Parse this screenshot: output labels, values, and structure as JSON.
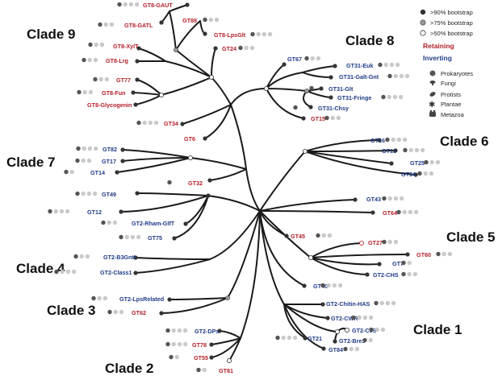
{
  "clades": [
    "Clade 9",
    "Clade 8",
    "Clade 7",
    "Clade 6",
    "Clade 5",
    "Clade 4",
    "Clade 3",
    "Clade 2",
    "Clade 1"
  ],
  "leaves": [
    {
      "id": "gt8gaut",
      "label": "GT8-GAUT",
      "type": "retaining"
    },
    {
      "id": "gt8gatl",
      "label": "GT8-GATL",
      "type": "retaining"
    },
    {
      "id": "gt88",
      "label": "GT88",
      "type": "retaining"
    },
    {
      "id": "gt8lpsglt",
      "label": "GT8-LpsGlt",
      "type": "retaining"
    },
    {
      "id": "gt8xylt",
      "label": "GT8-XylT",
      "type": "retaining"
    },
    {
      "id": "gt24",
      "label": "GT24",
      "type": "retaining"
    },
    {
      "id": "gt8lrg",
      "label": "GT8-Lrg",
      "type": "retaining"
    },
    {
      "id": "gt77",
      "label": "GT77",
      "type": "retaining"
    },
    {
      "id": "gt8fun",
      "label": "GT8-Fun",
      "type": "retaining"
    },
    {
      "id": "gt8glycogenin",
      "label": "GT8-Glycogenin",
      "type": "retaining"
    },
    {
      "id": "gt34",
      "label": "GT34",
      "type": "retaining"
    },
    {
      "id": "gt6",
      "label": "GT6",
      "type": "retaining"
    },
    {
      "id": "gt67",
      "label": "GT67",
      "type": "inverting"
    },
    {
      "id": "gt31euk",
      "label": "GT31-Euk",
      "type": "inverting"
    },
    {
      "id": "gt31galtgnt",
      "label": "GT31-Galt-Gnt",
      "type": "inverting"
    },
    {
      "id": "gt31glt",
      "label": "GT31-Glt",
      "type": "inverting"
    },
    {
      "id": "gt31fringe",
      "label": "GT31-Fringe",
      "type": "inverting"
    },
    {
      "id": "gt31chsy",
      "label": "GT31-Chsy",
      "type": "inverting"
    },
    {
      "id": "gt15",
      "label": "GT15",
      "type": "retaining"
    },
    {
      "id": "gt82",
      "label": "GT82",
      "type": "inverting"
    },
    {
      "id": "gt17",
      "label": "GT17",
      "type": "inverting"
    },
    {
      "id": "gt14",
      "label": "GT14",
      "type": "inverting"
    },
    {
      "id": "gt32",
      "label": "GT32",
      "type": "retaining"
    },
    {
      "id": "gt16",
      "label": "GT16",
      "type": "inverting"
    },
    {
      "id": "gt13",
      "label": "GT13",
      "type": "inverting"
    },
    {
      "id": "gt25",
      "label": "GT25",
      "type": "inverting"
    },
    {
      "id": "gt54",
      "label": "GT54",
      "type": "inverting"
    },
    {
      "id": "gt49",
      "label": "GT49",
      "type": "inverting"
    },
    {
      "id": "gt12",
      "label": "GT12",
      "type": "inverting"
    },
    {
      "id": "gt2rhamglft",
      "label": "GT2-Rham-GlfT",
      "type": "inverting"
    },
    {
      "id": "gt75",
      "label": "GT75",
      "type": "inverting"
    },
    {
      "id": "gt43",
      "label": "GT43",
      "type": "inverting"
    },
    {
      "id": "gt64",
      "label": "GT64",
      "type": "retaining"
    },
    {
      "id": "gt45",
      "label": "GT45",
      "type": "retaining"
    },
    {
      "id": "gt27",
      "label": "GT27",
      "type": "retaining"
    },
    {
      "id": "gt60",
      "label": "GT60",
      "type": "retaining"
    },
    {
      "id": "gt7",
      "label": "GT7",
      "type": "inverting"
    },
    {
      "id": "gt2chs",
      "label": "GT2-CHS",
      "type": "inverting"
    },
    {
      "id": "gt2b3gntl",
      "label": "GT2-B3GntL",
      "type": "inverting"
    },
    {
      "id": "gt2class1",
      "label": "GT2-Class1",
      "type": "inverting"
    },
    {
      "id": "gt40",
      "label": "GT40",
      "type": "inverting"
    },
    {
      "id": "gt2lpsrelated",
      "label": "GT2-LpsRelated",
      "type": "inverting"
    },
    {
      "id": "gt62",
      "label": "GT62",
      "type": "retaining"
    },
    {
      "id": "gt2chitinhas",
      "label": "GT2-Chitin-HAS",
      "type": "inverting"
    },
    {
      "id": "gt2cwr",
      "label": "GT2-CWR",
      "type": "inverting"
    },
    {
      "id": "gt2ces",
      "label": "GT2-CeS",
      "type": "inverting"
    },
    {
      "id": "gt2bre3",
      "label": "GT2-Bre3",
      "type": "inverting"
    },
    {
      "id": "gt21",
      "label": "GT21",
      "type": "inverting"
    },
    {
      "id": "gt84",
      "label": "GT84",
      "type": "inverting"
    },
    {
      "id": "gt2dps",
      "label": "GT2-DPs",
      "type": "inverting"
    },
    {
      "id": "gt78",
      "label": "GT78",
      "type": "retaining"
    },
    {
      "id": "gt55",
      "label": "GT55",
      "type": "retaining"
    },
    {
      "id": "gt81",
      "label": "GT81",
      "type": "retaining"
    }
  ],
  "legend": {
    "bootstrap": [
      ">90% bootstrap",
      ">75% bootstrap",
      ">50% bootstrap"
    ],
    "mechanism": [
      {
        "label": "Retaining",
        "color": "#b3202a"
      },
      {
        "label": "Inverting",
        "color": "#1f3b86"
      }
    ],
    "taxa": [
      {
        "label": "Prokaryotes",
        "icon": "prokaryote-icon"
      },
      {
        "label": "Fungi",
        "icon": "fungi-icon"
      },
      {
        "label": "Protists",
        "icon": "protist-icon"
      },
      {
        "label": "Plantae",
        "icon": "plant-icon"
      },
      {
        "label": "Metazoa",
        "icon": "metazoa-icon"
      }
    ]
  },
  "colors": {
    "retaining": "#b3202a",
    "inverting": "#1f3b86",
    "branch": "#1a1a1a",
    "node_high": "#333333",
    "node_mid": "#9a9a9a",
    "node_low": "#ffffff",
    "icon": "#c9c9c9"
  }
}
